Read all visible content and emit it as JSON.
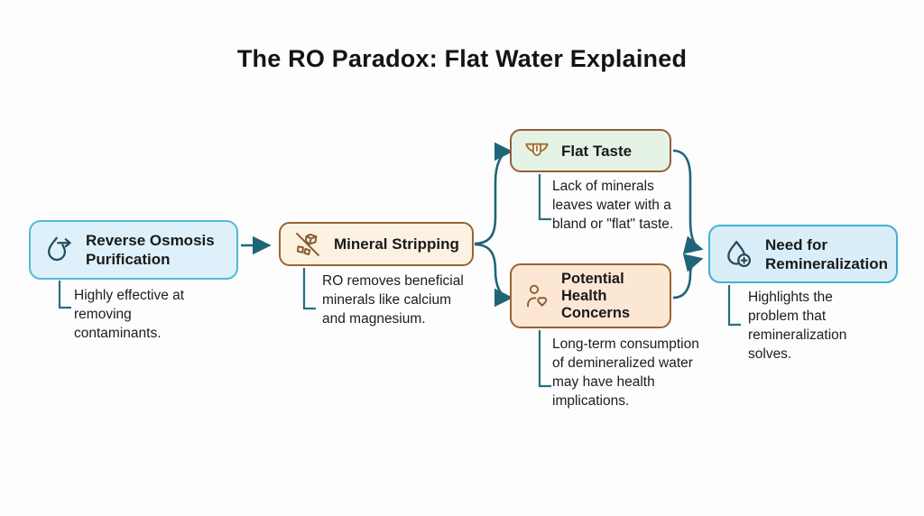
{
  "title": "The RO Paradox: Flat Water Explained",
  "colors": {
    "connector_teal": "#206478",
    "icon_teal": "#234b5e",
    "icon_brown": "#8a5a30",
    "blue_fill": "#def1fa",
    "blue_border": "#54b8da",
    "blue2_fill": "#d9eef9",
    "blue2_border": "#44afd4",
    "tan_fill": "#fcf2e2",
    "green_fill": "#e4f3e5",
    "peach_fill": "#fbe7d3",
    "brown_border": "#9b6434",
    "text": "#1b1b1b"
  },
  "nodes": {
    "ro": {
      "title": "Reverse Osmosis Purification",
      "description": "Highly effective at removing contaminants.",
      "icon": "droplet-arrow-icon"
    },
    "mineral": {
      "title": "Mineral Stripping",
      "description": "RO removes beneficial minerals like calcium and magnesium.",
      "icon": "minerals-crossed-icon"
    },
    "flat": {
      "title": "Flat Taste",
      "description": "Lack of minerals leaves water with a bland or \"flat\" taste.",
      "icon": "tongue-icon"
    },
    "health": {
      "title": "Potential Health Concerns",
      "description": "Long-term consumption of demineralized water may have health implications.",
      "icon": "person-heart-icon"
    },
    "remin": {
      "title": "Need for Remineralization",
      "description": "Highlights the problem that remineralization solves.",
      "icon": "droplet-plus-icon"
    }
  },
  "edges": [
    {
      "from": "ro",
      "to": "mineral"
    },
    {
      "from": "mineral",
      "to": "flat"
    },
    {
      "from": "mineral",
      "to": "health"
    },
    {
      "from": "flat",
      "to": "remin"
    },
    {
      "from": "health",
      "to": "remin"
    }
  ]
}
